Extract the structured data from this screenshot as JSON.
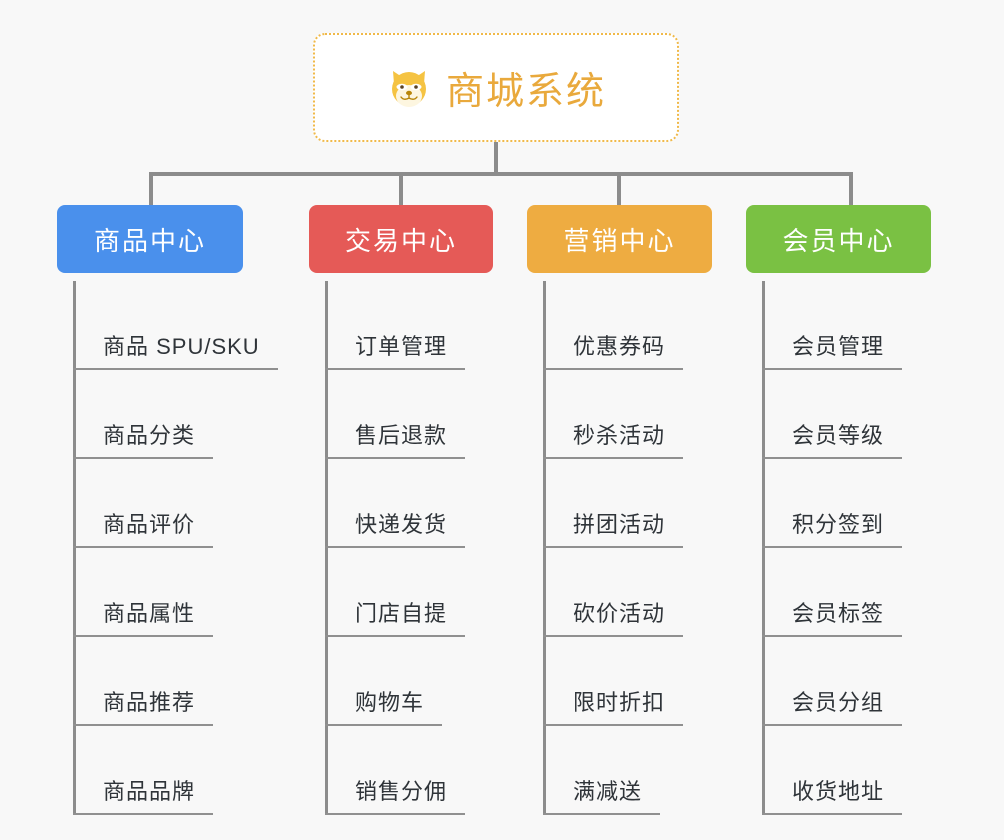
{
  "page": {
    "background_color": "#f8f8f8",
    "diagram_type": "org-chart"
  },
  "root": {
    "icon": "dog-face-icon",
    "title": "商城系统",
    "text_color": "#e9a93c",
    "border_color": "#f0b949",
    "background_color": "#ffffff"
  },
  "connector": {
    "color": "#8c8c8c"
  },
  "columns": [
    {
      "header": {
        "label": "商品中心",
        "color": "#4a90ec",
        "text_color": "#ffffff"
      },
      "items": [
        {
          "label": "商品 SPU/SKU"
        },
        {
          "label": "商品分类"
        },
        {
          "label": "商品评价"
        },
        {
          "label": "商品属性"
        },
        {
          "label": "商品推荐"
        },
        {
          "label": "商品品牌"
        }
      ]
    },
    {
      "header": {
        "label": "交易中心",
        "color": "#e55a57",
        "text_color": "#ffffff"
      },
      "items": [
        {
          "label": "订单管理"
        },
        {
          "label": "售后退款"
        },
        {
          "label": "快递发货"
        },
        {
          "label": "门店自提"
        },
        {
          "label": "购物车"
        },
        {
          "label": "销售分佣"
        }
      ]
    },
    {
      "header": {
        "label": "营销中心",
        "color": "#eeac41",
        "text_color": "#ffffff"
      },
      "items": [
        {
          "label": "优惠券码"
        },
        {
          "label": "秒杀活动"
        },
        {
          "label": "拼团活动"
        },
        {
          "label": "砍价活动"
        },
        {
          "label": "限时折扣"
        },
        {
          "label": "满减送"
        }
      ]
    },
    {
      "header": {
        "label": "会员中心",
        "color": "#7bc council"
      },
      "items": []
    }
  ]
}
